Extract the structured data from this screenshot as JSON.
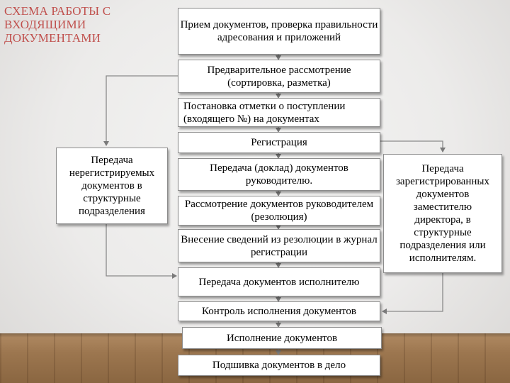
{
  "title": "СХЕМА РАБОТЫ С ВХОДЯЩИМИ ДОКУМЕНТАМИ",
  "steps": [
    "Прием документов, проверка правильности адресования и приложений",
    "Предварительное рассмотрение (сортировка, разметка)",
    "Постановка отметки о поступлении (входящего №) на документах",
    "Регистрация",
    "Передача (доклад) документов руководителю.",
    "Рассмотрение документов руководителем (резолюция)",
    "Внесение сведений из резолюции в журнал регистрации",
    "Передача документов исполнителю",
    "Контроль исполнения документов",
    "Исполнение документов",
    "Подшивка документов в дело"
  ],
  "side_left": "Передача нерегистрируемых документов в структурные подразделения",
  "side_right": "Передача зарегистрированных документов заместителю директора, в структурные подразделения или исполнителям."
}
